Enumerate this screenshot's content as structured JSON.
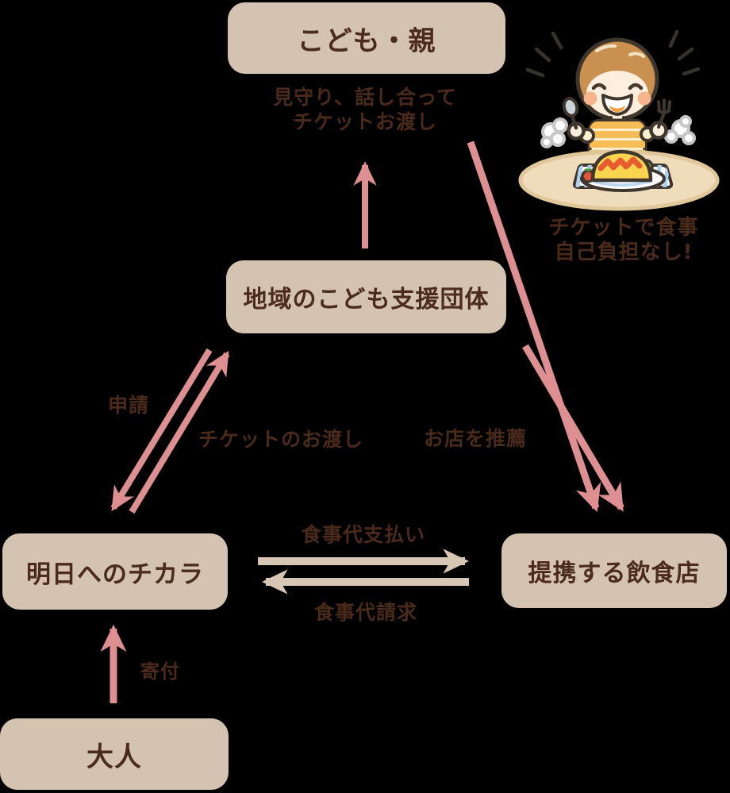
{
  "nodes": {
    "children_parent": {
      "label": "こども・親"
    },
    "support_org": {
      "label": "地域のこども支援団体"
    },
    "asu_chikara": {
      "label": "明日へのチカラ"
    },
    "restaurants": {
      "label": "提携する飲食店"
    },
    "adults": {
      "label": "大人"
    }
  },
  "edges": {
    "watch": {
      "line1": "見守り、話し合って",
      "line2": "チケットお渡し"
    },
    "ticket_meal": {
      "line1": "チケットで食事",
      "line2": "自己負担なし!"
    },
    "application": {
      "label": "申請"
    },
    "ticket_handover": {
      "label": "チケットのお渡し"
    },
    "recommend_shop": {
      "label": "お店を推薦"
    },
    "meal_payment": {
      "label": "食事代支払い"
    },
    "meal_billing": {
      "label": "食事代請求"
    },
    "donation": {
      "label": "寄付"
    }
  },
  "illustration": {
    "name": "child-eating-omurice"
  },
  "colors": {
    "background": "#000000",
    "box_fill": "#d5c3b2",
    "text_dark_brown": "#4a2b1d",
    "arrow_pink": "#dd8f91",
    "arrow_beige": "#d8c6b4"
  }
}
